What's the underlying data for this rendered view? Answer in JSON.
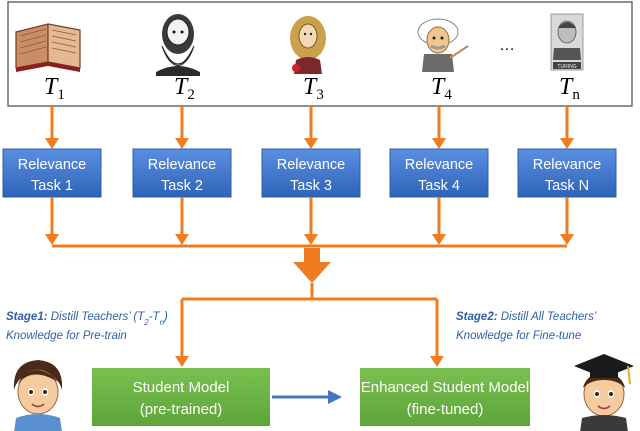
{
  "teachers": [
    {
      "letter": "T",
      "sub": "1",
      "icon": "book-icon"
    },
    {
      "letter": "T",
      "sub": "2",
      "icon": "darwin-portrait-icon"
    },
    {
      "letter": "T",
      "sub": "3",
      "icon": "newton-portrait-icon"
    },
    {
      "letter": "T",
      "sub": "4",
      "icon": "einstein-portrait-icon"
    },
    {
      "letter": "T",
      "sub": "n",
      "icon": "turing-portrait-icon"
    }
  ],
  "ellipsis": "…",
  "tasks": [
    {
      "line1": "Relevance",
      "line2": "Task 1"
    },
    {
      "line1": "Relevance",
      "line2": "Task 2"
    },
    {
      "line1": "Relevance",
      "line2": "Task 3"
    },
    {
      "line1": "Relevance",
      "line2": "Task 4"
    },
    {
      "line1": "Relevance",
      "line2": "Task N"
    }
  ],
  "stage1": {
    "bold": "Stage1:",
    "text_a": " Distill Teachers’ (T",
    "sub_a": "2",
    "text_b": "-T",
    "sub_b": "n",
    "text_c": ")",
    "line2": "Knowledge for Pre-train"
  },
  "stage2": {
    "bold": "Stage2:",
    "text": " Distill All Teachers’",
    "line2": "Knowledge for Fine-tune"
  },
  "student": {
    "line1": "Student Model",
    "line2": "(pre-trained)"
  },
  "enhanced": {
    "line1": "Enhanced Student Model",
    "line2": "(fine-tuned)"
  },
  "colors": {
    "orange": "#f07c21",
    "blue_box": "#3f78cf",
    "blue_box_border": "#2d5ea8",
    "green_box": "#6db343",
    "arrow_blue": "#4474c4",
    "stage_text": "#2e5fa8"
  }
}
